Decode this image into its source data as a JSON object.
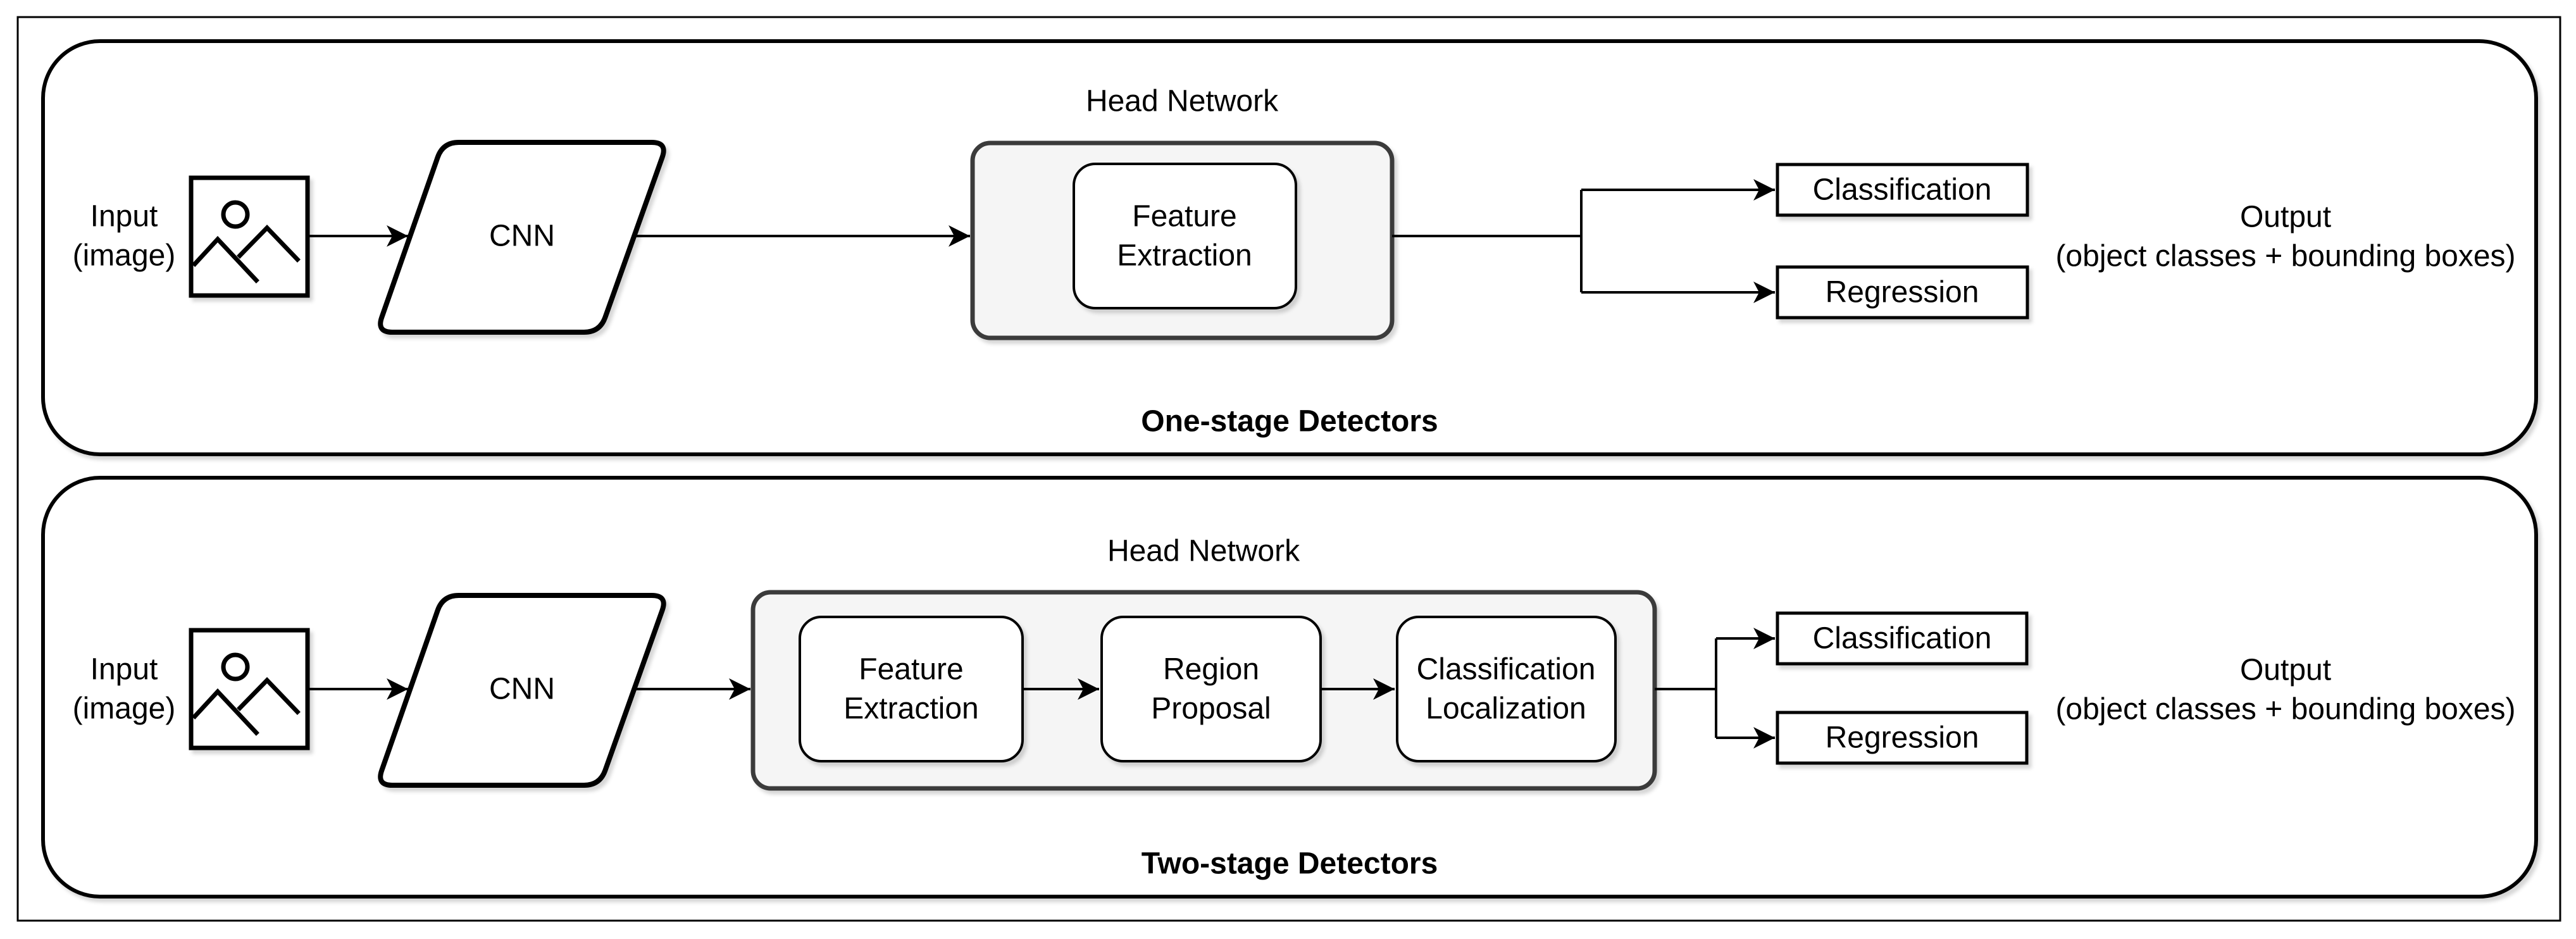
{
  "colors": {
    "background": "#FFFFFF",
    "line": "#000000",
    "text": "#000000",
    "shape_fill": "#FFFFFF",
    "head_container_fill": "#F5F5F5",
    "head_container_border": "#3A3A3A"
  },
  "top_panel": {
    "caption": "One-stage Detectors",
    "head_network_label": "Head Network",
    "input_label": {
      "line1": "Input",
      "line2": "(image)"
    },
    "cnn_label": "CNN",
    "head_blocks": [
      {
        "line1": "Feature",
        "line2": "Extraction"
      }
    ],
    "classification_label": "Classification",
    "regression_label": "Regression",
    "output_label": {
      "line1": "Output",
      "line2": "(object classes + bounding boxes)"
    }
  },
  "bottom_panel": {
    "caption": "Two-stage Detectors",
    "head_network_label": "Head Network",
    "input_label": {
      "line1": "Input",
      "line2": "(image)"
    },
    "cnn_label": "CNN",
    "head_blocks": [
      {
        "line1": "Feature",
        "line2": "Extraction"
      },
      {
        "line1": "Region",
        "line2": "Proposal"
      },
      {
        "line1": "Classification",
        "line2": "Localization"
      }
    ],
    "classification_label": "Classification",
    "regression_label": "Regression",
    "output_label": {
      "line1": "Output",
      "line2": "(object classes + bounding boxes)"
    }
  }
}
